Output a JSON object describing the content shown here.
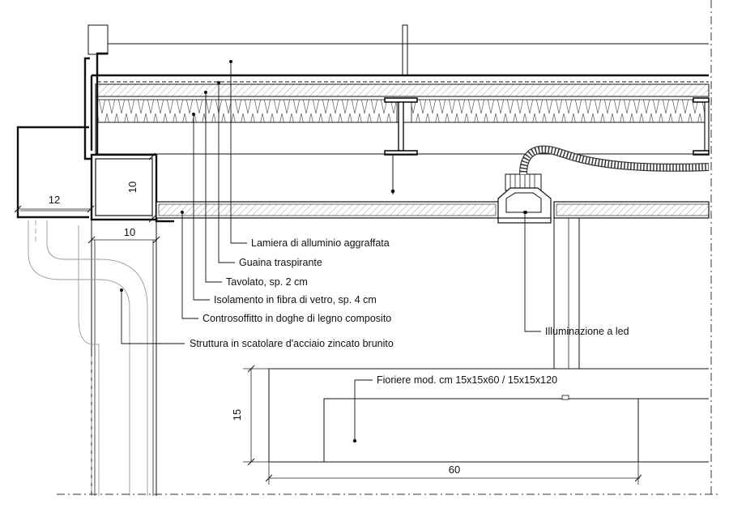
{
  "labels": {
    "lamiera": "Lamiera di alluminio aggraffata",
    "guaina": "Guaina traspirante",
    "tavolato": "Tavolato, sp. 2 cm",
    "isolamento": "Isolamento in fibra di vetro, sp. 4 cm",
    "controsoffitto": "Controsoffitto in doghe di legno composito",
    "struttura": "Struttura in scatolare d'acciaio zincato brunito",
    "illuminazione": "Illuminazione a led",
    "fioriere": "Fioriere mod. cm 15x15x60 / 15x15x120"
  },
  "dimensions": {
    "gutter_width": "12",
    "tube_height": "10",
    "tube_width": "10",
    "planter_height": "15",
    "planter_length": "60"
  },
  "colors": {
    "line": "#111111",
    "ghost": "#9a9a9a",
    "hatch": "#555555",
    "background": "#ffffff"
  }
}
